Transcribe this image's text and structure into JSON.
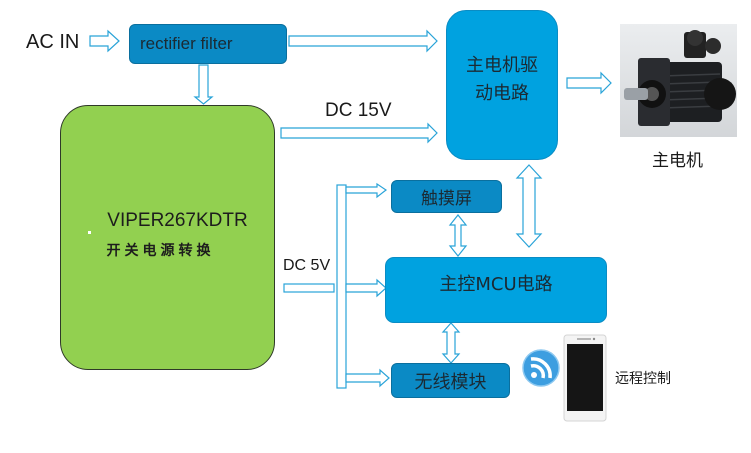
{
  "input_label": "AC IN",
  "blocks": {
    "rectifier": "rectifier filter",
    "switching_supply_model": "VIPER267KDTR",
    "switching_supply_desc": "开关电源转换",
    "motor_driver_line1": "主电机驱",
    "motor_driver_line2": "动电路",
    "touchscreen": "触摸屏",
    "mcu": "主控MCU电路",
    "wireless": "无线模块"
  },
  "voltage_labels": {
    "dc15": "DC 15V",
    "dc5": "DC 5V"
  },
  "captions": {
    "motor": "主电机",
    "remote": "远程控制"
  },
  "icons": [
    "motor-photo",
    "wifi-signal-icon",
    "smartphone-icon"
  ],
  "colors": {
    "rectifier_fill": "#0b8ac5",
    "module_fill": "#00a2e0",
    "power_fill": "#92d050",
    "arrow_outline": "#29a3d8"
  }
}
